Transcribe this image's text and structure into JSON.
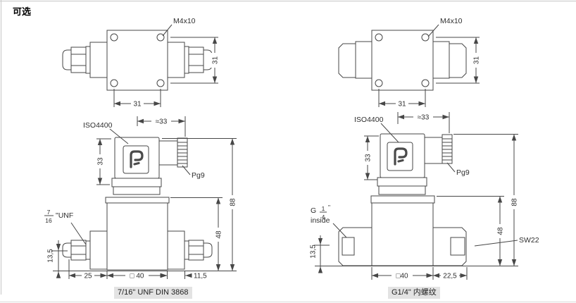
{
  "title": "可选",
  "captions": {
    "left": "7/16\" UNF DIN 3868",
    "right": "G1/4\" 内螺纹"
  },
  "labels": {
    "screw": "M4x10",
    "connector_standard": "ISO4400",
    "gland": "Pg9",
    "wrench": "SW22",
    "unf_numerator": "7",
    "unf_denominator": "16",
    "unf_suffix": "\"UNF",
    "g_prefix": "G",
    "g_numerator": "1",
    "g_denominator": "4",
    "g_inch": "\"",
    "g_suffix": "inside"
  },
  "dims": {
    "plate_pitch": "31",
    "connector_width": "≈33",
    "connector_height": "33",
    "total_height": "88",
    "body_height": "48",
    "port_height": "13,5",
    "left_offset": "25",
    "body_width_left": "□ 40",
    "right_offset_left": "11,5",
    "body_width_right": "□40",
    "right_offset_right": "22,5"
  },
  "colors": {
    "line": "#474747",
    "text": "#2f2f2f",
    "caption_highlight": "#e3e3e3"
  }
}
